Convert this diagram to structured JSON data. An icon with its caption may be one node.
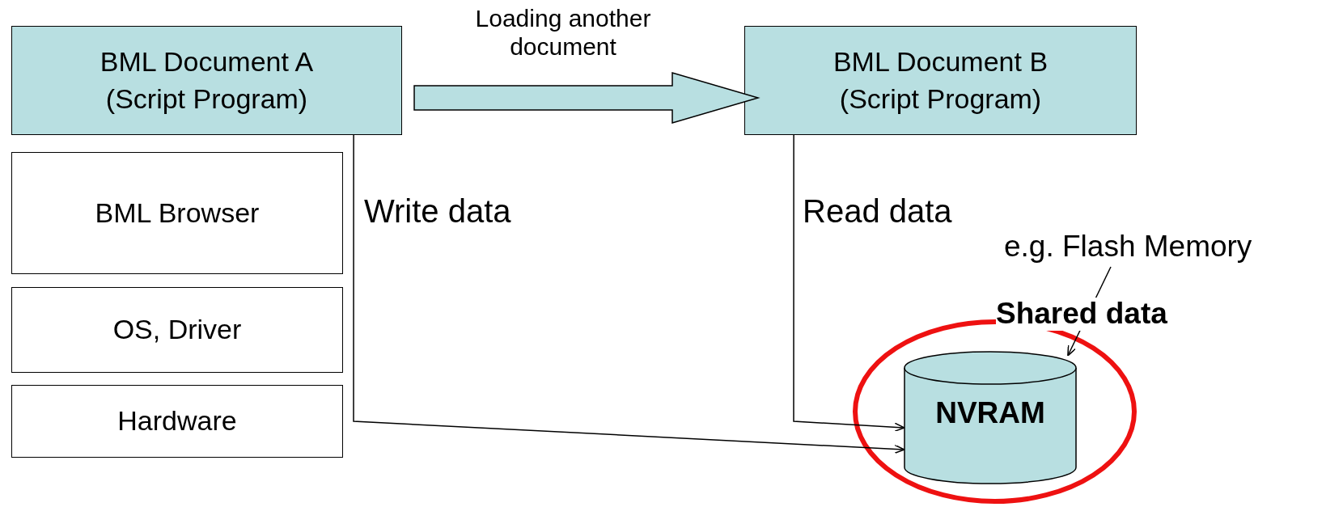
{
  "diagram": {
    "nodes": [
      {
        "text": [
          "BML Document A (Script Program)"
        ]
      },
      {
        "text": [
          "BML Document B (Script Program)"
        ]
      },
      {
        "text": [
          "BML Browser"
        ]
      },
      {
        "text": [
          "OS, Driver"
        ]
      },
      {
        "text": [
          "Hardware"
        ]
      },
      {
        "text": [
          "Shared data"
        ]
      },
      {
        "text": [
          "NVRAM"
        ],
        "in": 5
      },
      {
        "text": [
          "e.g. Flash Memory"
        ]
      }
    ],
    "edges": [
      {
        "from": 0,
        "to": 1,
        "arrow": "to",
        "label": "Loading another document",
        "style": "thick"
      },
      {
        "from": 0,
        "to": 6,
        "arrow": "to",
        "label": "Write data"
      },
      {
        "from": 1,
        "to": 6,
        "arrow": "to",
        "label": "Read data"
      },
      {
        "from": 7,
        "to": 6,
        "arrow": "to"
      }
    ]
  }
}
